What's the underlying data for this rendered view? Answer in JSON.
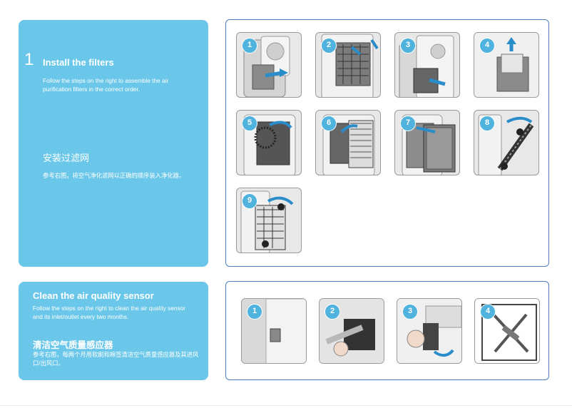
{
  "install": {
    "step_number": "1",
    "title_en": "Install the filters",
    "body_en": "Follow the steps on the right to assemble the air purification filters in the correct order.",
    "title_zh": "安装过滤网",
    "body_zh": "参考右图，将空气净化滤网以正确的顺序装入净化器。",
    "steps": [
      "1",
      "2",
      "3",
      "4",
      "5",
      "6",
      "7",
      "8",
      "9"
    ]
  },
  "sensor": {
    "title_en": "Clean the air quality sensor",
    "body_en": "Follow the steps on the right to clean the air quality sensor and its inlet/outlet every two months.",
    "title_zh": "清洁空气质量感应器",
    "body_zh": "参考右图，每两个月用软刷和棉签清洁空气质量感应器及其进风口/出风口。",
    "steps": [
      "1",
      "2",
      "3",
      "4"
    ]
  },
  "colors": {
    "panel": "#6ac7e9",
    "frame_border": "#4d7fbf",
    "badge": "#4fb3dd"
  }
}
